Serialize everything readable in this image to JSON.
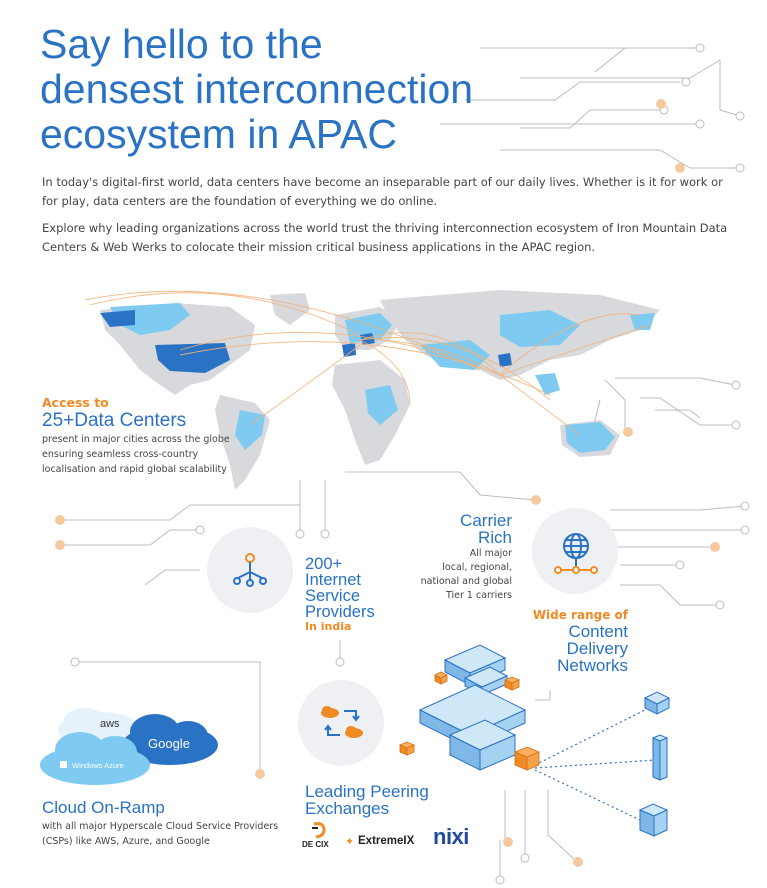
{
  "header": {
    "title_line1": "Say hello to the",
    "title_line2": "densest interconnection",
    "title_line3": "ecosystem in APAC"
  },
  "intro": {
    "paragraph1": "In today's digital-first world, data centers have become an inseparable part of our daily lives. Whether is it for work or for play, data centers are the foundation of everything we do online.",
    "paragraph2": "Explore why leading organizations across the world trust the thriving interconnection ecosystem of Iron Mountain Data Centers & Web Werks to colocate their mission critical business applications in the APAC region."
  },
  "data_centers": {
    "kicker": "Access to",
    "heading": "25+Data Centers",
    "desc1": "present in major cities across the globe",
    "desc2": "ensuring seamless cross-country",
    "desc3": "localisation and rapid global scalability"
  },
  "carrier": {
    "heading1": "Carrier",
    "heading2": "Rich",
    "desc1": "All major",
    "desc2": "local, regional,",
    "desc3": "national and global",
    "desc4": "Tier 1 carriers"
  },
  "isp": {
    "line1": "200+",
    "line2": "Internet",
    "line3": "Service",
    "line4": "Providers",
    "sub": "In india"
  },
  "cdn": {
    "kicker": "Wide range of",
    "line1": "Content",
    "line2": "Delivery",
    "line3": "Networks"
  },
  "cloud": {
    "heading": "Cloud On-Ramp",
    "desc1": "with all major Hyperscale Cloud Service Providers",
    "desc2": "(CSPs) like AWS, Azure, and Google",
    "aws": "aws",
    "google": "Google",
    "azure": "Windows Azure"
  },
  "peering": {
    "line1": "Leading Peering",
    "line2": "Exchanges",
    "logo_decix": "DE CIX",
    "logo_extreme": "ExtremeIX",
    "logo_nixi": "nixi"
  },
  "colors": {
    "blue": "#2a72c4",
    "orange": "#f08a24",
    "light_blue": "#7fcaf0",
    "map_grey": "#d7d9dc"
  }
}
